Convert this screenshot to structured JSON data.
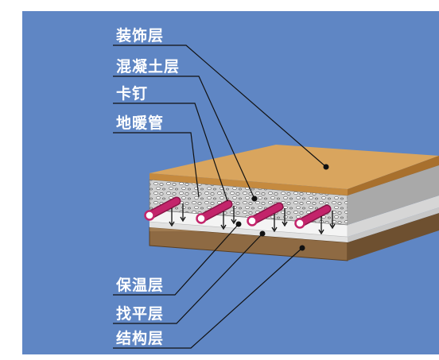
{
  "labels": {
    "decoration": "装饰层",
    "concrete": "混凝土层",
    "clip": "卡钉",
    "heating_pipe": "地暖管",
    "insulation": "保温层",
    "leveling": "找平层",
    "structure": "结构层"
  },
  "colors": {
    "background": "#5f86c4",
    "decoration_layer": "#d9a55e",
    "concrete_layer": "#cfcfcf",
    "insulation_layer": "#f4f4f4",
    "leveling_layer": "#e2e2e2",
    "structure_layer": "#8e6a43",
    "pipe": "#c3246b"
  }
}
